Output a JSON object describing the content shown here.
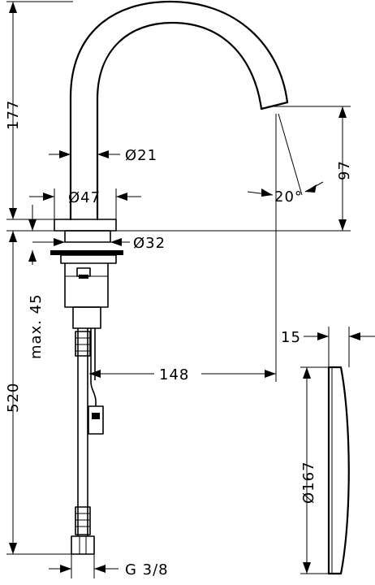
{
  "dimensions": {
    "spout_height": "177",
    "spout_diameter": "Ø21",
    "base_diameter": "Ø47",
    "thread_diameter": "Ø32",
    "outlet_height": "97",
    "outlet_angle": "20°",
    "max_deck_thickness": "max. 45",
    "below_deck_length": "520",
    "projection": "148",
    "plate_thickness": "15",
    "plate_diameter": "Ø167",
    "connection_thread": "G 3/8"
  }
}
